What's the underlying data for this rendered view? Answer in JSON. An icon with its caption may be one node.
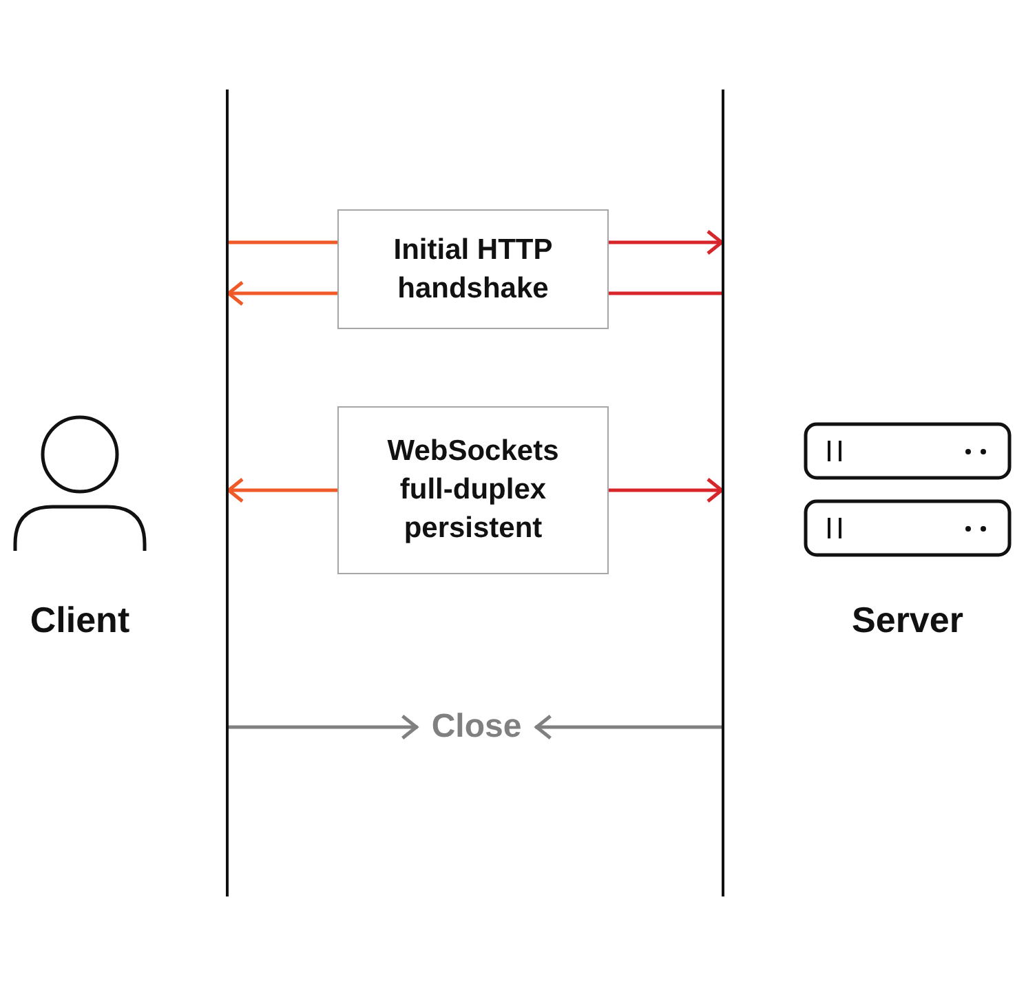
{
  "diagram": {
    "nodes": [
      {
        "text": [
          "Client"
        ]
      },
      {
        "text": [
          "Server"
        ]
      },
      {
        "text": [],
        "shape": "bar"
      },
      {
        "text": [],
        "shape": "bar"
      },
      {
        "text": [
          "Initial HTTP handshake"
        ]
      },
      {
        "text": [
          "WebSockets full-duplex persistent"
        ]
      },
      {
        "text": [
          "Close"
        ]
      }
    ],
    "edges": [
      {
        "from": 2,
        "to": 4,
        "arrow": "none",
        "color": "#f05a28"
      },
      {
        "from": 4,
        "to": 3,
        "arrow": "to",
        "color": "#d7262b"
      },
      {
        "from": 3,
        "to": 4,
        "arrow": "none",
        "color": "#d7262b"
      },
      {
        "from": 4,
        "to": 2,
        "arrow": "to",
        "color": "#f05a28"
      },
      {
        "from": 5,
        "to": 2,
        "arrow": "to",
        "color": "#f05a28"
      },
      {
        "from": 5,
        "to": 3,
        "arrow": "to",
        "color": "#d7262b"
      },
      {
        "from": 2,
        "to": 6,
        "arrow": "to",
        "color": "#808080"
      },
      {
        "from": 3,
        "to": 6,
        "arrow": "to",
        "color": "#808080"
      }
    ]
  }
}
